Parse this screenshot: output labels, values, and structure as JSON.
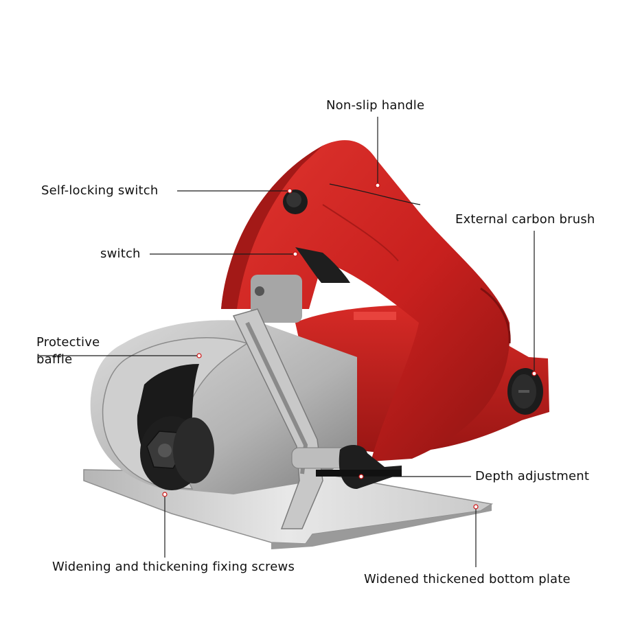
{
  "labels": {
    "non_slip_handle": "Non-slip handle",
    "self_locking_switch": "Self-locking switch",
    "external_carbon_brush": "External carbon brush",
    "switch": "switch",
    "protective_baffle_line1": "Protective",
    "protective_baffle_line2": "baffle",
    "depth_adjustment": "Depth adjustment",
    "fixing_screws": "Widening and thickening fixing screws",
    "bottom_plate": "Widened thickened bottom plate"
  },
  "colors": {
    "body_red": "#c8201e",
    "body_red_dark": "#8e1412",
    "aluminium": "#b9b9b9",
    "aluminium_dark": "#7d7d7d",
    "black_parts": "#1e1e1e",
    "plate": "#d9d9d9"
  }
}
